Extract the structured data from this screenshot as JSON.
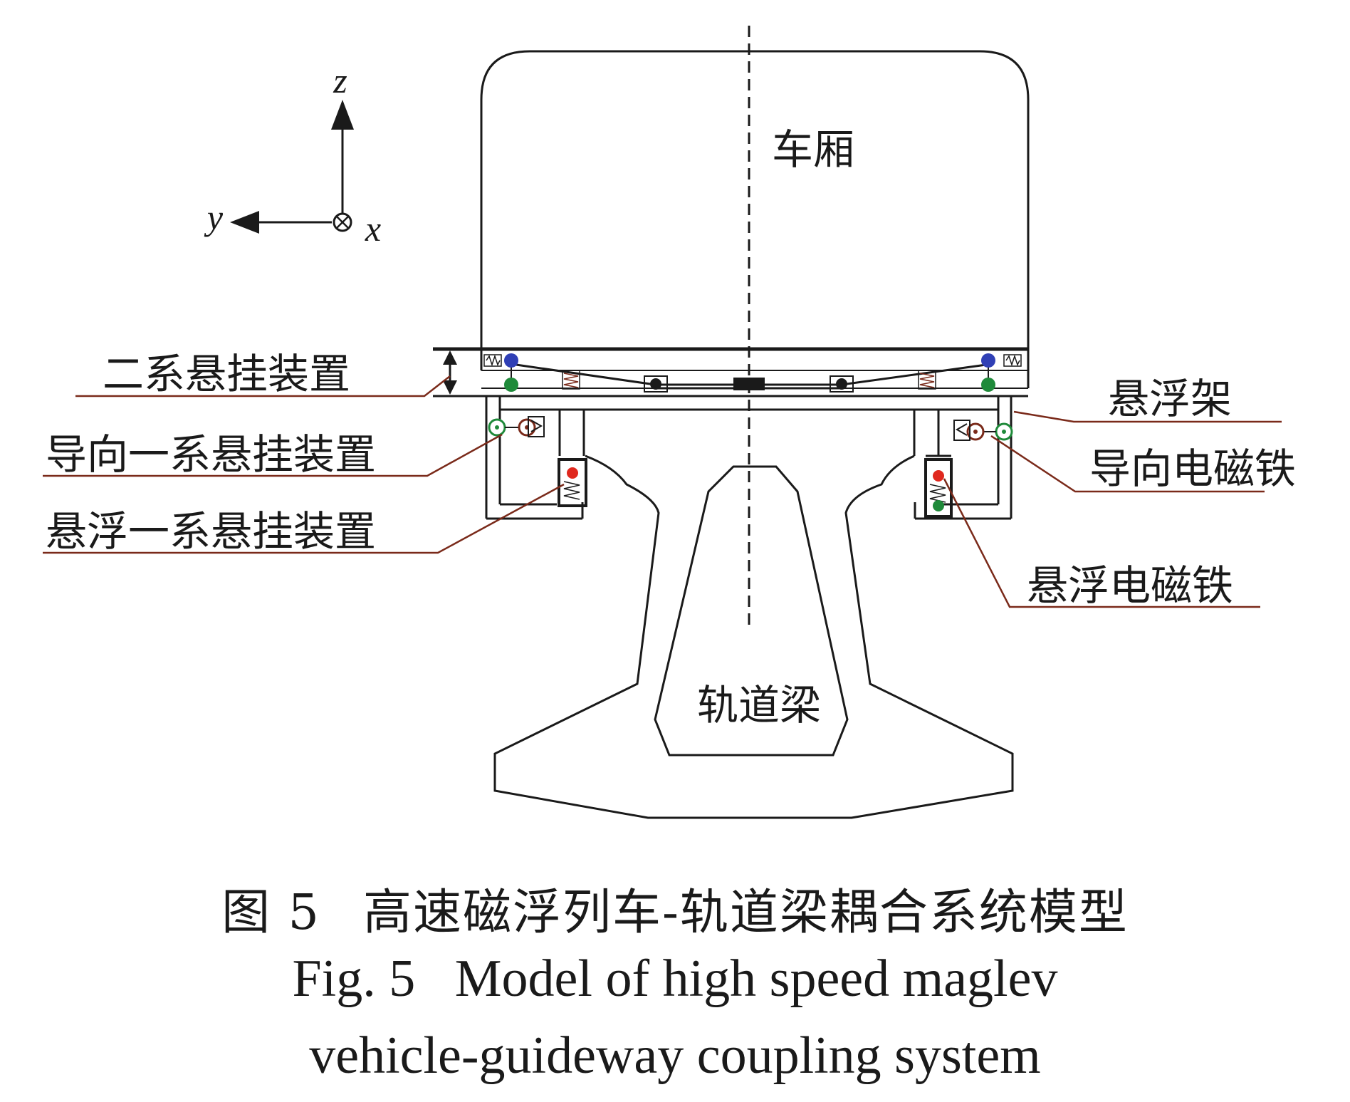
{
  "axes": {
    "z": "z",
    "y": "y",
    "x": "x"
  },
  "labels": {
    "car_body": "车厢",
    "guideway_beam": "轨道梁",
    "secondary_suspension": "二系悬挂装置",
    "guide_primary_suspension": "导向一系悬挂装置",
    "levitation_primary_suspension": "悬浮一系悬挂装置",
    "levitation_frame": "悬浮架",
    "guide_electromagnet": "导向电磁铁",
    "levitation_electromagnet": "悬浮电磁铁"
  },
  "caption": {
    "cn_fig": "图 5",
    "cn_title": "高速磁浮列车-轨道梁耦合系统模型",
    "en_line1": "Fig. 5   Model of high speed maglev",
    "en_line2": "vehicle-guideway coupling system"
  },
  "colors": {
    "line": "#1a1a1a",
    "leader": "#7a2a1a",
    "dot_blue": "#2f3fb5",
    "dot_green": "#1f8a3a",
    "dot_red": "#e0281e"
  }
}
